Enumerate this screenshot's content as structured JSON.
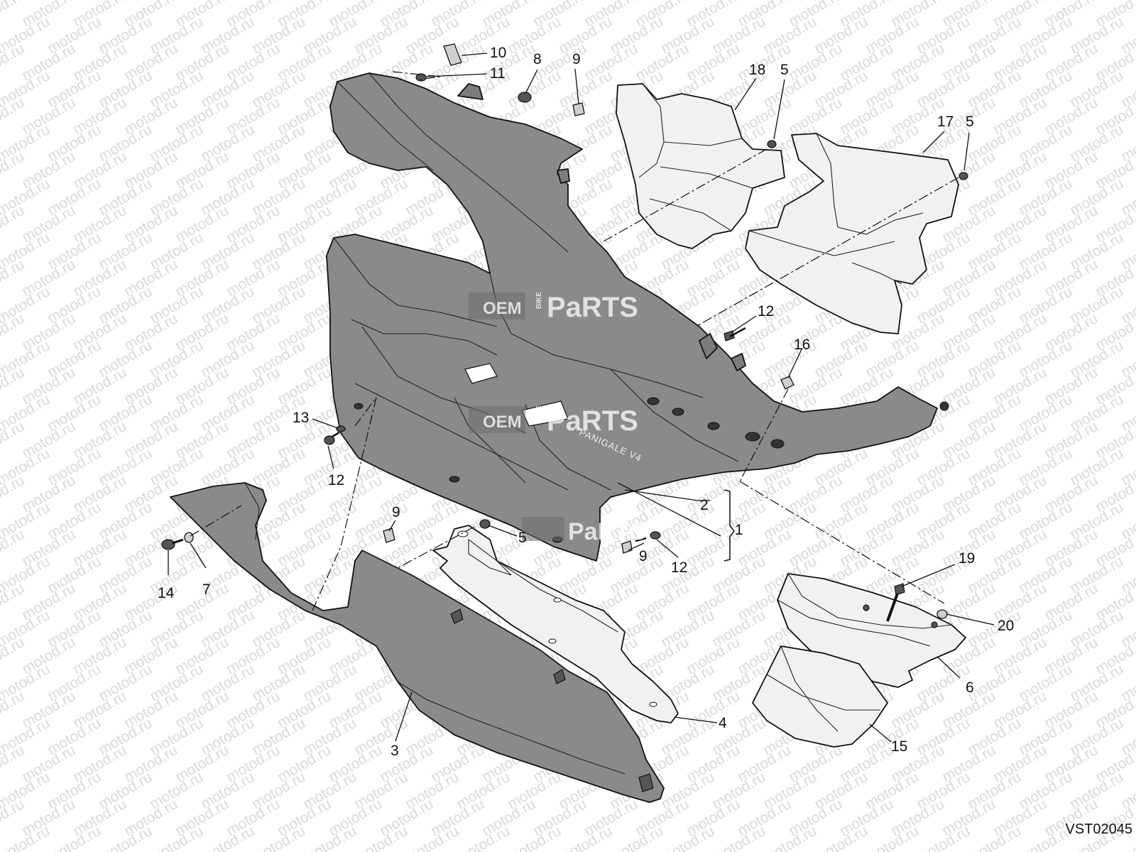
{
  "watermark": {
    "text": "motod.ru"
  },
  "overlay_logo": {
    "oem": "OEM",
    "bike": "BIKE",
    "parts": "PaRTS"
  },
  "decal_text": "PANIGALE V4",
  "reference_code": "VST02045",
  "callouts": [
    {
      "id": "c10a",
      "label": "10"
    },
    {
      "id": "c11",
      "label": "11"
    },
    {
      "id": "c8",
      "label": "8"
    },
    {
      "id": "c9a",
      "label": "9"
    },
    {
      "id": "c18",
      "label": "18"
    },
    {
      "id": "c5a",
      "label": "5"
    },
    {
      "id": "c17",
      "label": "17"
    },
    {
      "id": "c5b",
      "label": "5"
    },
    {
      "id": "c12a",
      "label": "12"
    },
    {
      "id": "c16",
      "label": "16"
    },
    {
      "id": "c13",
      "label": "13"
    },
    {
      "id": "c12b",
      "label": "12"
    },
    {
      "id": "c2",
      "label": "2"
    },
    {
      "id": "c1",
      "label": "1"
    },
    {
      "id": "c9b",
      "label": "9"
    },
    {
      "id": "c5c",
      "label": "5"
    },
    {
      "id": "c9c",
      "label": "9"
    },
    {
      "id": "c12c",
      "label": "12"
    },
    {
      "id": "c14",
      "label": "14"
    },
    {
      "id": "c7",
      "label": "7"
    },
    {
      "id": "c19",
      "label": "19"
    },
    {
      "id": "c20",
      "label": "20"
    },
    {
      "id": "c6",
      "label": "6"
    },
    {
      "id": "c4",
      "label": "4"
    },
    {
      "id": "c3",
      "label": "3"
    },
    {
      "id": "c15",
      "label": "15"
    }
  ]
}
